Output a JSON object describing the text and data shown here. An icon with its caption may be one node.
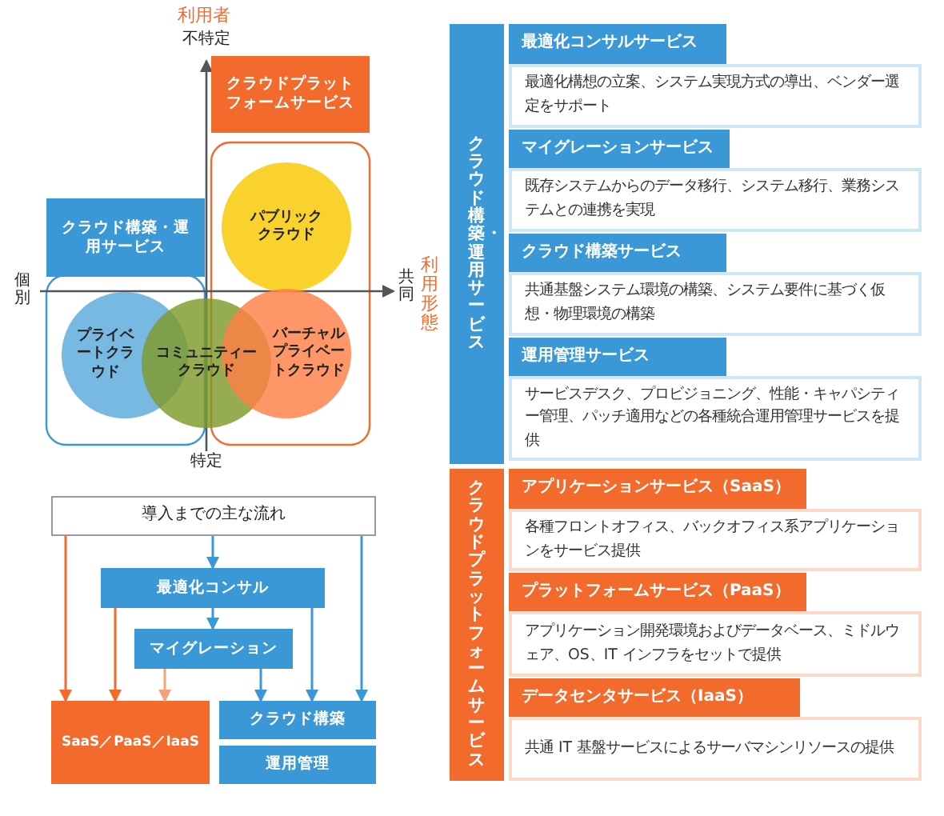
{
  "diagram": {
    "nodes": [
      {
        "text": [
          "クラウドプラットフォームサービス"
        ]
      },
      {
        "text": [
          "クラウド構築・運用サービス"
        ]
      },
      {
        "text": [
          "パブリッククラウド"
        ]
      },
      {
        "text": [
          "プライベートクラウド"
        ]
      },
      {
        "text": [
          "コミュニティークラウド"
        ]
      },
      {
        "text": [
          "バーチャルプライベートクラウド"
        ]
      },
      {
        "text": [
          "導入までの主な流れ"
        ]
      },
      {
        "text": [
          "最適化コンサル"
        ]
      },
      {
        "text": [
          "マイグレーション"
        ]
      },
      {
        "text": [
          "SaaS／PaaS／IaaS"
        ]
      },
      {
        "text": [
          "クラウド構築"
        ]
      },
      {
        "text": [
          "運用管理"
        ]
      },
      {
        "text": [
          "クラウド構築・運用サービス"
        ]
      },
      {
        "text": [
          "最適化コンサルサービス"
        ]
      },
      {
        "text": [
          "最適化構想の立案、システム実現方式の導出、ベンダー選定をサポート"
        ]
      },
      {
        "text": [
          "マイグレーションサービス"
        ]
      },
      {
        "text": [
          "既存システムからのデータ移行、システム移行、業務システムとの連携を実現"
        ]
      },
      {
        "text": [
          "クラウド構築サービス"
        ]
      },
      {
        "text": [
          "共通基盤システム環境の構築、システム要件に基づく仮想・物理環境の構築"
        ]
      },
      {
        "text": [
          "運用管理サービス"
        ]
      },
      {
        "text": [
          "サービスデスク、プロビジョニング、性能・キャパシティー管理、パッチ適用などの各種統合運用管理サービスを提供"
        ]
      },
      {
        "text": [
          "クラウドプラットフォームサービス"
        ]
      },
      {
        "text": [
          "アプリケーションサービス（SaaS）"
        ]
      },
      {
        "text": [
          "各種フロントオフィス、バックオフィス系アプリケーションをサービス提供"
        ]
      },
      {
        "text": [
          "プラットフォームサービス（PaaS）"
        ]
      },
      {
        "text": [
          "アプリケーション開発環境およびデータベース、ミドルウェア、OS、IT インフラをセットで提供"
        ]
      },
      {
        "text": [
          "データセンタサービス（IaaS）"
        ]
      },
      {
        "text": [
          "共通 IT 基盤サービスによるサーバマシンリソースの提供"
        ]
      }
    ],
    "edges": [
      {
        "from": 6,
        "to": 9,
        "arrow": "to",
        "color": "#f26b2c"
      },
      {
        "from": 7,
        "to": 9,
        "arrow": "to",
        "color": "#f26b2c"
      },
      {
        "from": 8,
        "to": 9,
        "arrow": "to",
        "color": "#f5a27a"
      },
      {
        "from": 6,
        "to": 7,
        "arrow": "to"
      },
      {
        "from": 7,
        "to": 8,
        "arrow": "to"
      },
      {
        "from": 8,
        "to": 10,
        "arrow": "to"
      },
      {
        "from": 7,
        "to": 10,
        "arrow": "to"
      },
      {
        "from": 6,
        "to": 10,
        "arrow": "to"
      }
    ],
    "labels": [
      "利用者",
      "不特定",
      "個別",
      "共同",
      "利用形態",
      "特定"
    ]
  }
}
